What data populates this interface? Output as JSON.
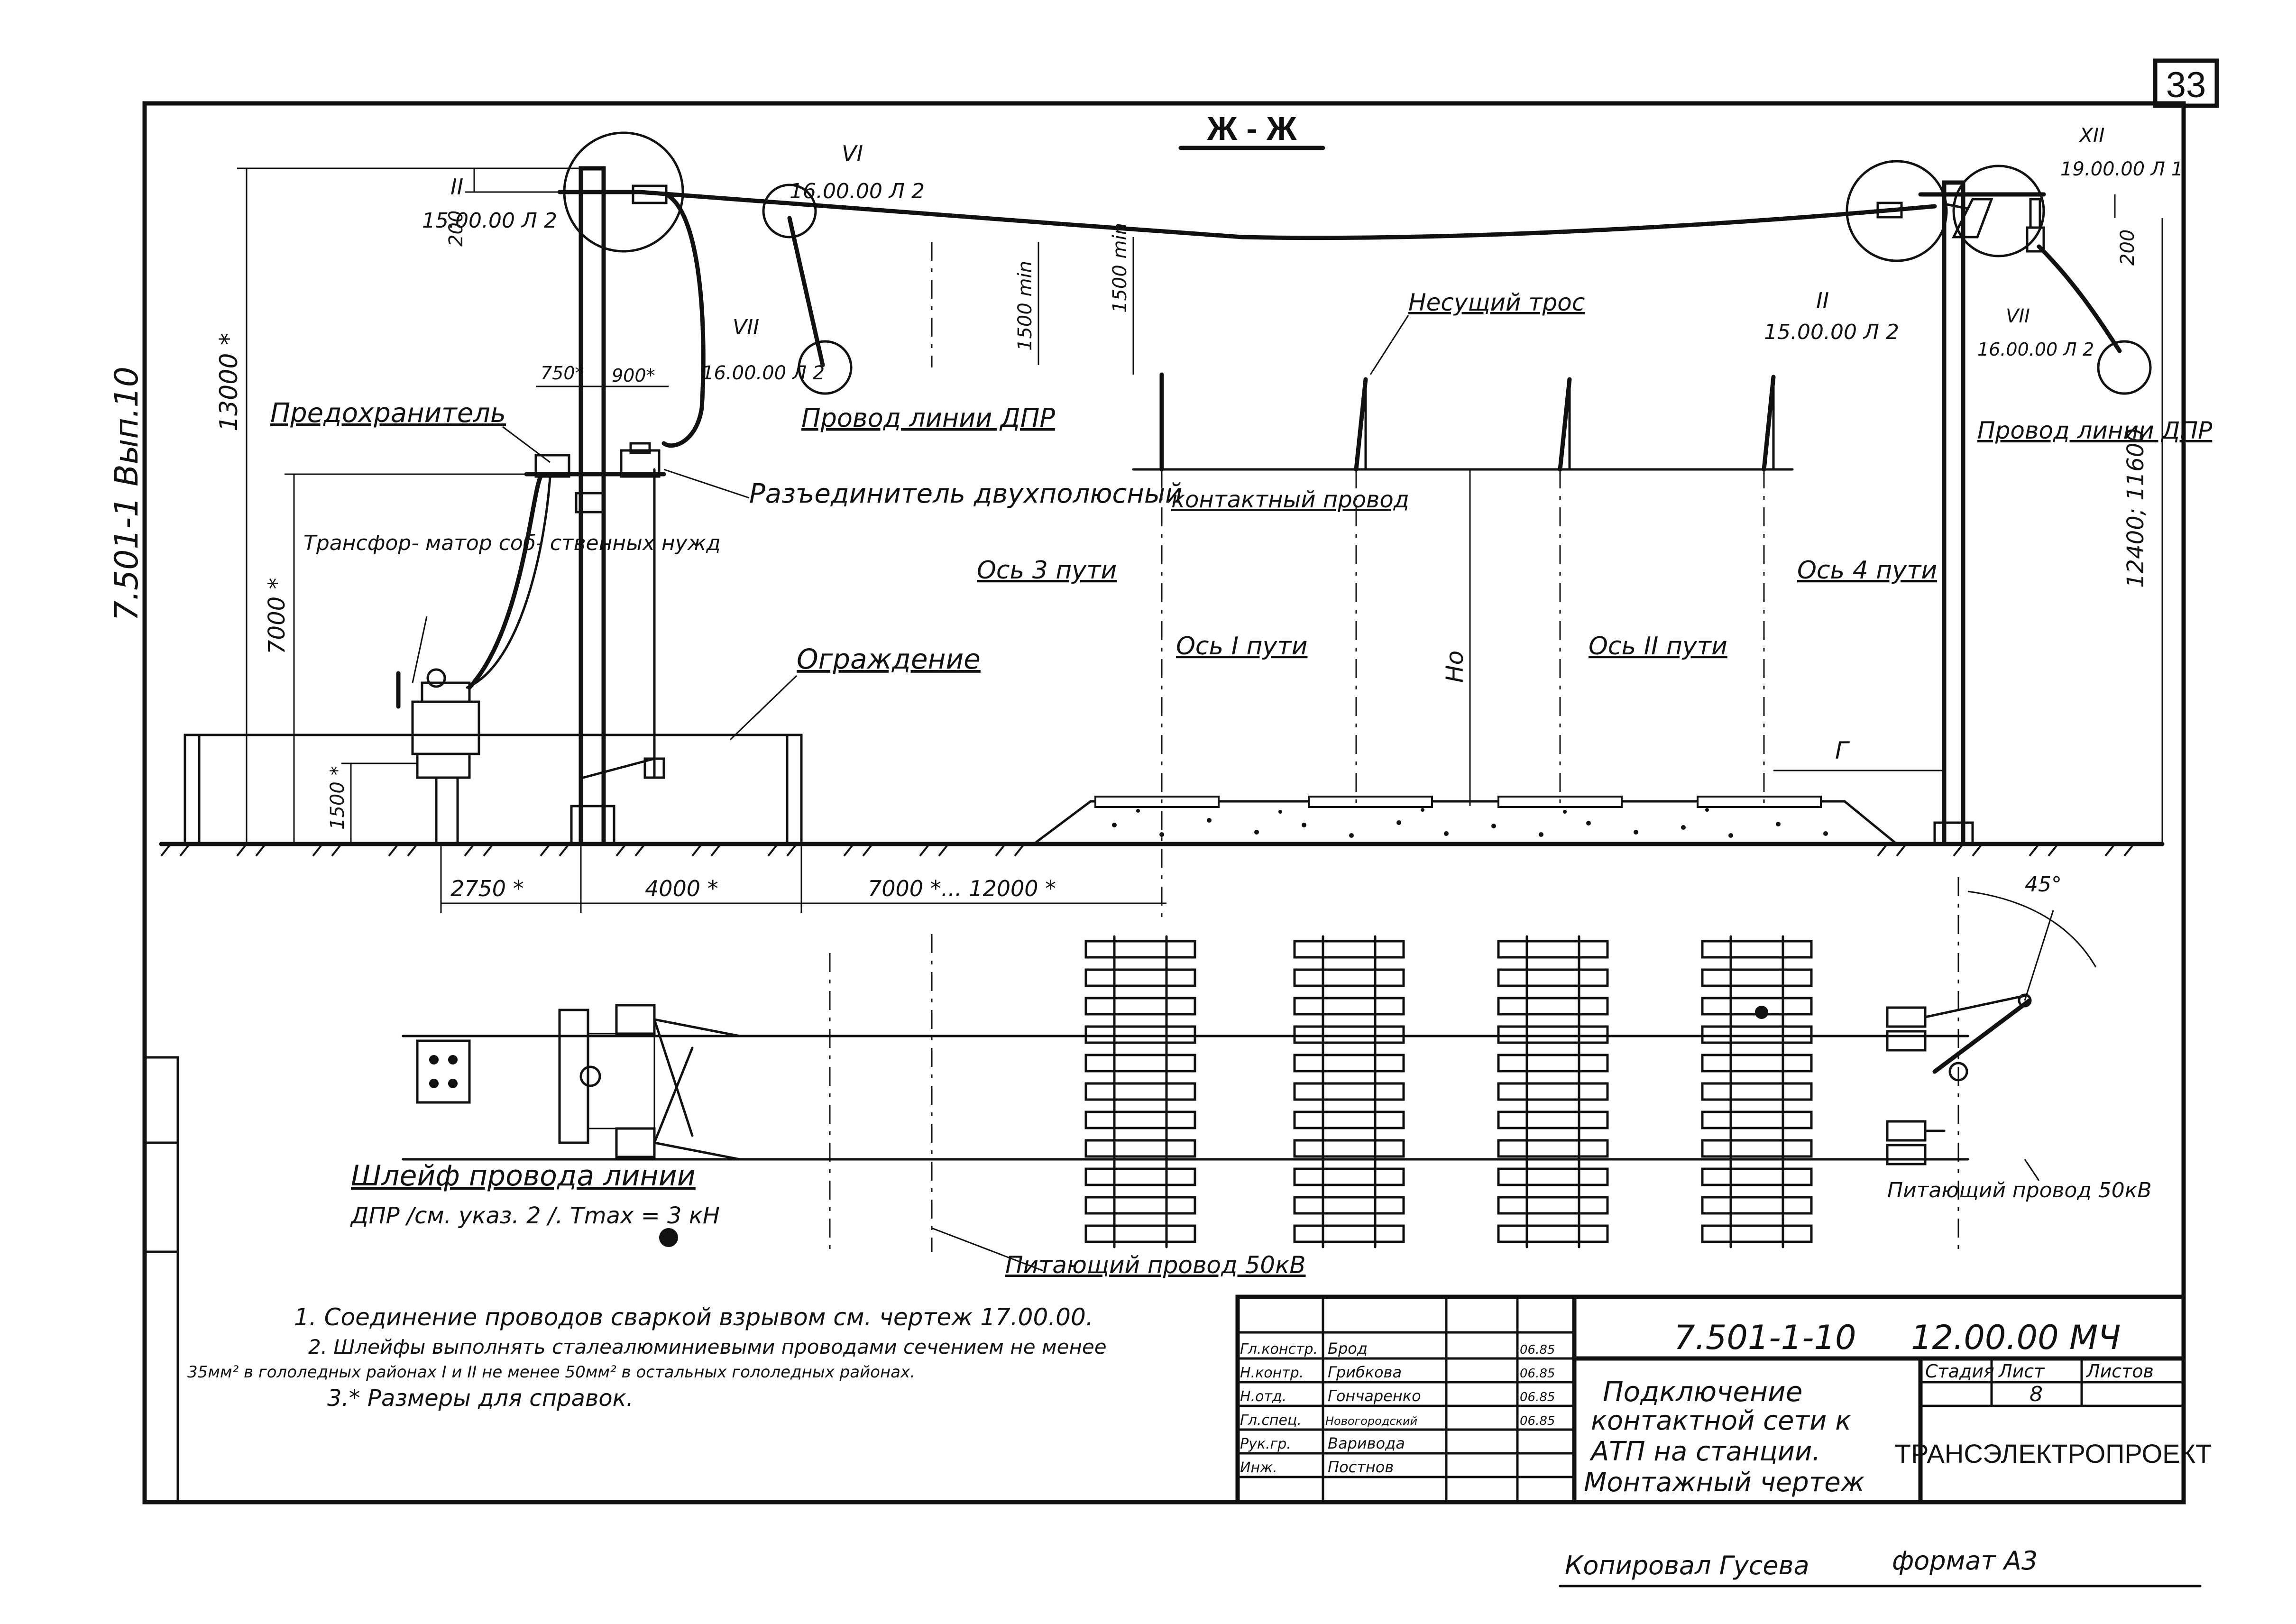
{
  "sheet_number": "33",
  "side_code": "7.501-1  Вып.10",
  "section_label": "Ж - Ж",
  "callouts": {
    "left_node_num": "II",
    "left_node_code": "15.00.00 Л 2",
    "top_node_num": "VI",
    "top_node_code": "16.00.00 Л 2",
    "mid_node_num": "VII",
    "mid_node_code": "16.00.00 Л 2",
    "right_node_num": "II",
    "right_node_code": "15.00.00 Л 2",
    "far_node_num": "XII",
    "far_node_code": "19.00.00 Л 1",
    "far2_node_num": "VII",
    "far2_node_code": "16.00.00 Л 2"
  },
  "labels": {
    "fuse": "Предохранитель",
    "transformer": "Трансфор- матор соб- ственных нужд",
    "disconnector": "Разъединитель двухполюсный",
    "fence": "Ограждение",
    "dpr_line_left": "Провод линии ДПР",
    "dpr_line_right": "Провод линии ДПР",
    "messenger": "Несущий трос",
    "contact_wire": "контактный провод",
    "axis3": "Ось 3 пути",
    "axis1": "Ось I пути",
    "axis2": "Ось II пути",
    "axis4": "Ось 4 пути",
    "ho": "Hо",
    "g": "Г",
    "loop_line1": "Шлейф провода линии",
    "loop_line2": "ДПР /см. указ. 2 /. Tmax = 3 кН",
    "feeder_bottom": "Питающий провод 50кВ",
    "feeder_right": "Питающий провод 50кВ"
  },
  "dimensions": {
    "h13000": "13000 *",
    "h7000": "7000 *",
    "h1500": "1500 *",
    "h12400": "12400; 11600",
    "d200_left": "200",
    "d200_right": "200",
    "d1500min_a": "1500 min",
    "d1500min_b": "1500 min",
    "d750": "750*",
    "d900": "900*",
    "d2750": "2750 *",
    "d4000": "4000 *",
    "d7000_12000": "7000 *... 12000 *",
    "angle45": "45°"
  },
  "notes": [
    "1. Соединение проводов сваркой взрывом см. чертеж 17.00.00.",
    "2. Шлейфы выполнять сталеалюминиевыми проводами сечением не менее",
    "35мм² в гололедных районах I и II не менее 50мм² в остальных гололедных районах.",
    "3.* Размеры для справок."
  ],
  "title_block": {
    "doc_code": "7.501-1-10",
    "drawing_code": "12.00.00 МЧ",
    "title_l1": "Подключение",
    "title_l2": "контактной сети к",
    "title_l3": "АТП на станции.",
    "title_l4": "Монтажный чертеж",
    "stage_hdr": "Стадия",
    "sheet_hdr": "Лист",
    "sheets_hdr": "Листов",
    "sheet_val": "8",
    "org": "ТРАНСЭЛЕКТРОПРОЕКТ",
    "roles": [
      {
        "role": "Гл.констр.",
        "name": "Брод",
        "date": "06.85"
      },
      {
        "role": "Н.контр.",
        "name": "Грибкова",
        "date": "06.85"
      },
      {
        "role": "Н.отд.",
        "name": "Гончаренко",
        "date": "06.85"
      },
      {
        "role": "Гл.спец.",
        "name": "Новогородский",
        "date": "06.85"
      },
      {
        "role": "Рук.гр.",
        "name": "Варивода",
        "date": ""
      },
      {
        "role": "Инж.",
        "name": "Постнов",
        "date": ""
      }
    ]
  },
  "copied_by": "Копировал  Гусева",
  "format": "формат А3"
}
